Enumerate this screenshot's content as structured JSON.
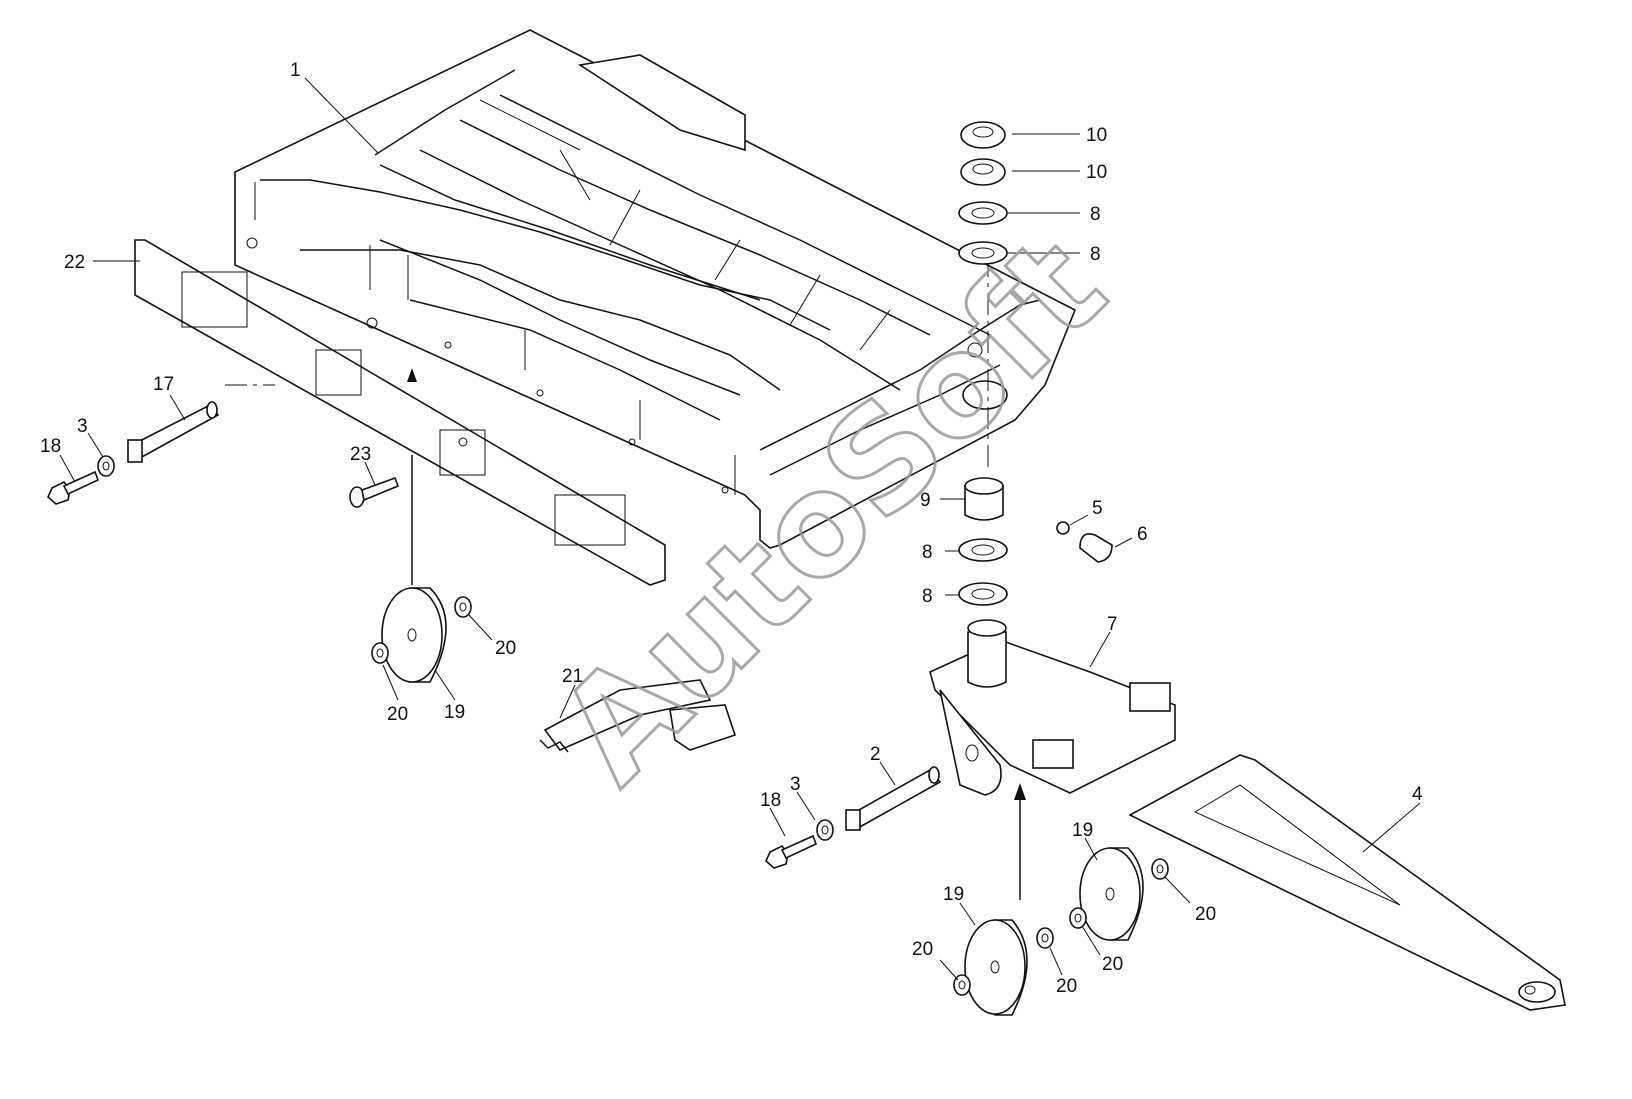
{
  "watermark": "AutoSoft",
  "callouts": {
    "c1": "1",
    "c2": "2",
    "c3a": "3",
    "c3b": "3",
    "c4": "4",
    "c5": "5",
    "c6": "6",
    "c7": "7",
    "c8a": "8",
    "c8b": "8",
    "c8c": "8",
    "c8d": "8",
    "c9": "9",
    "c10a": "10",
    "c10b": "10",
    "c17": "17",
    "c18a": "18",
    "c18b": "18",
    "c19a": "19",
    "c19b": "19",
    "c19c": "19",
    "c20a": "20",
    "c20b": "20",
    "c20c": "20",
    "c20d": "20",
    "c20e": "20",
    "c20f": "20",
    "c21": "21",
    "c22": "22",
    "c23": "23"
  }
}
